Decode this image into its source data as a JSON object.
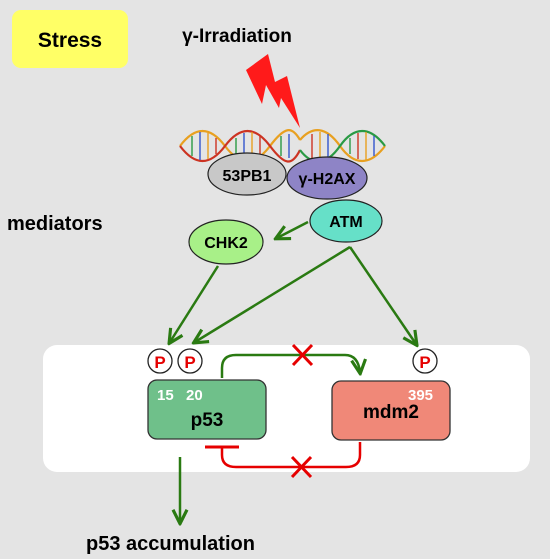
{
  "stress_box": {
    "label": "Stress",
    "fill": "#ffff66"
  },
  "stimulus": {
    "label": "γ-Irradiation",
    "bolt_color": "#ff1a1a"
  },
  "mediators_label": "mediators",
  "nodes": {
    "p53bp1": {
      "label": "53PB1",
      "fill": "#c8c8c8"
    },
    "h2ax": {
      "label": "γ-H2AX",
      "fill": "#8e84c6"
    },
    "atm": {
      "label": "ATM",
      "fill": "#66e0c8"
    },
    "chk2": {
      "label": "CHK2",
      "fill": "#a8f088"
    },
    "p53": {
      "label": "p53",
      "fill": "#6fc08a"
    },
    "mdm2": {
      "label": "mdm2",
      "fill": "#f08878"
    }
  },
  "phospho": {
    "symbol": "P",
    "p53_sites": [
      "15",
      "20"
    ],
    "mdm2_site": "395"
  },
  "outcome": {
    "label": "p53 accumulation"
  },
  "colors": {
    "arrow": "#2a7a12",
    "inhibit": "#e60000",
    "panel": "#ffffff"
  }
}
